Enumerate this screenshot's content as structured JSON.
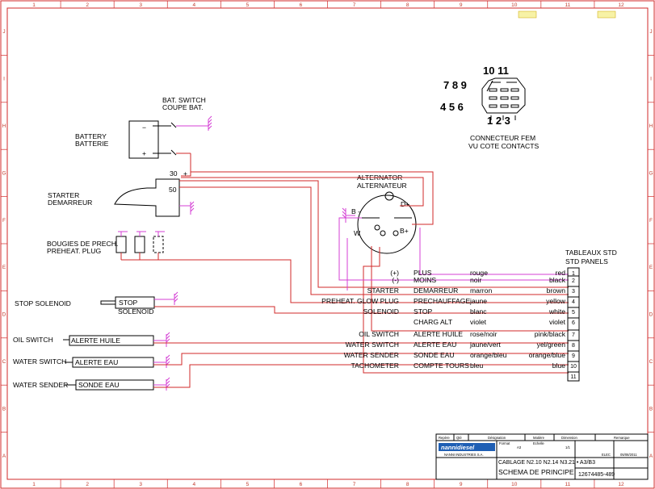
{
  "border": {
    "columns": [
      "1",
      "2",
      "3",
      "4",
      "5",
      "6",
      "7",
      "8",
      "9",
      "10",
      "11",
      "12"
    ],
    "rows": [
      "A",
      "B",
      "C",
      "D",
      "E",
      "F",
      "G",
      "H",
      "I",
      "J"
    ]
  },
  "connector": {
    "pins_top": "10  11",
    "pins_mid": "7  8  9",
    "pins_low": "4  5  6",
    "pins_bottom": "1  2  3",
    "title_1": "CONNECTEUR FEM",
    "title_2": "VU COTE CONTACTS"
  },
  "components": {
    "bat_switch_1": "BAT. SWITCH",
    "bat_switch_2": "COUPE BAT.",
    "battery_1": "BATTERY",
    "battery_2": "BATTERIE",
    "battery_minus": "−",
    "battery_plus": "+",
    "starter_1": "STARTER",
    "starter_2": "DEMARREUR",
    "terminal_30": "30",
    "terminal_plus": "+",
    "terminal_50": "50",
    "alternator_1": "ALTERNATOR",
    "alternator_2": "ALTERNATEUR",
    "alt_b_minus": "B -",
    "alt_d_plus": "D+",
    "alt_w": "W",
    "alt_b_plus": "B+",
    "glow_1": "BOUGIES DE PRECH.",
    "glow_2": "PREHEAT. PLUG",
    "stop_solenoid": "STOP SOLENOID",
    "stop_box": "STOP",
    "solenoid_under": "SOLENOID",
    "oil_switch": "OIL SWITCH",
    "alerte_huile": "ALERTE HUILE",
    "water_switch": "WATER SWITCH",
    "alerte_eau": "ALERTE EAU",
    "water_sender": "WATER SENDER",
    "sonde_eau": "SONDE EAU"
  },
  "panel": {
    "title_1": "TABLEAUX STD",
    "title_2": "STD PANELS",
    "rows": [
      {
        "pin": "1",
        "left": "(+)",
        "en": "PLUS",
        "fr_color": "rouge",
        "color": "red"
      },
      {
        "pin": "2",
        "left": "(-)",
        "en": "MOINS",
        "fr_color": "noir",
        "color": "black"
      },
      {
        "pin": "3",
        "left": "STARTER",
        "en": "DEMARREUR",
        "fr_color": "marron",
        "color": "brown"
      },
      {
        "pin": "4",
        "left": "PREHEAT. GLOW PLUG",
        "en": "PRECHAUFFAGE",
        "fr_color": "jaune",
        "color": "yellow"
      },
      {
        "pin": "5",
        "left": "SOLENOID",
        "en": "STOP",
        "fr_color": "blanc",
        "color": "white"
      },
      {
        "pin": "6",
        "left": "",
        "en": "CHARG ALT",
        "fr_color": "violet",
        "color": "violet"
      },
      {
        "pin": "7",
        "left": "OIL SWITCH",
        "en": "ALERTE HUILE",
        "fr_color": "rose/noir",
        "color": "pink/black"
      },
      {
        "pin": "8",
        "left": "WATER SWITCH",
        "en": "ALERTE EAU",
        "fr_color": "jaune/vert",
        "color": "yel/green"
      },
      {
        "pin": "9",
        "left": "WATER SENDER",
        "en": "SONDE EAU",
        "fr_color": "orange/bleu",
        "color": "orange/blue"
      },
      {
        "pin": "10",
        "left": "TACHOMETER",
        "en": "COMPTE TOURS",
        "fr_color": "bleu",
        "color": "blue"
      },
      {
        "pin": "11",
        "left": "",
        "en": "",
        "fr_color": "",
        "color": ""
      }
    ]
  },
  "title_block": {
    "h_repere": "Repère",
    "h_qte": "Qté",
    "h_designation": "Désignation",
    "h_matiere": "Matière",
    "h_dimension": "Dimension",
    "h_remarque": "Remarque",
    "company": "NANNI INDUSTRIES S.A.",
    "logo": "nannidiesel",
    "drawing_title": "CABLAGE N2.10 N2.14 N3.21 • A3/B3",
    "drawing_subtitle": "SCHEMA DE PRINCIPE",
    "format": "A3",
    "scale": "1/1",
    "dept": "ELEC",
    "date": "05/08/2011",
    "ref": "12674485-489",
    "small_line_1": "Format",
    "small_line_2": "Echelle"
  }
}
